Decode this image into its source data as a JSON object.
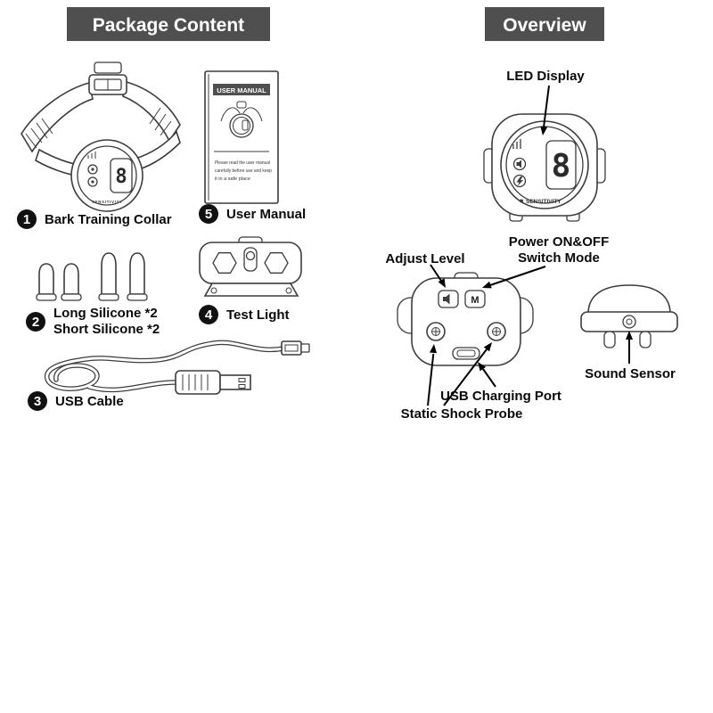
{
  "headers": {
    "left": "Package Content",
    "right": "Overview"
  },
  "items": {
    "collar": {
      "num": "1",
      "label": "Bark Training Collar"
    },
    "silicone": {
      "num": "2",
      "label_line1": "Long Silicone  *2",
      "label_line2": "Short Silicone *2"
    },
    "usb_cable": {
      "num": "3",
      "label": "USB Cable"
    },
    "test_light": {
      "num": "4",
      "label": "Test Light"
    },
    "user_manual": {
      "num": "5",
      "label": "User Manual"
    }
  },
  "manual_booklet": {
    "title": "USER MANUAL",
    "body_line1": "Please read the user manual",
    "body_line2": "carefully before use and keep",
    "body_line3": "it in a safe place"
  },
  "device": {
    "display_digit": "8",
    "sensitivity_label": "SENSITIVITY",
    "mode_button": "M"
  },
  "overview": {
    "led_display": "LED Display",
    "adjust_level": "Adjust Level",
    "power_switch_line1": "Power ON&OFF",
    "power_switch_line2": "Switch Mode",
    "usb_charging_port": "USB Charging Port",
    "static_shock_probe": "Static Shock Probe",
    "sound_sensor": "Sound Sensor"
  },
  "colors": {
    "header_bar": "#4f4f4f",
    "line": "#3c3c3c",
    "text": "#0a0a0a"
  }
}
